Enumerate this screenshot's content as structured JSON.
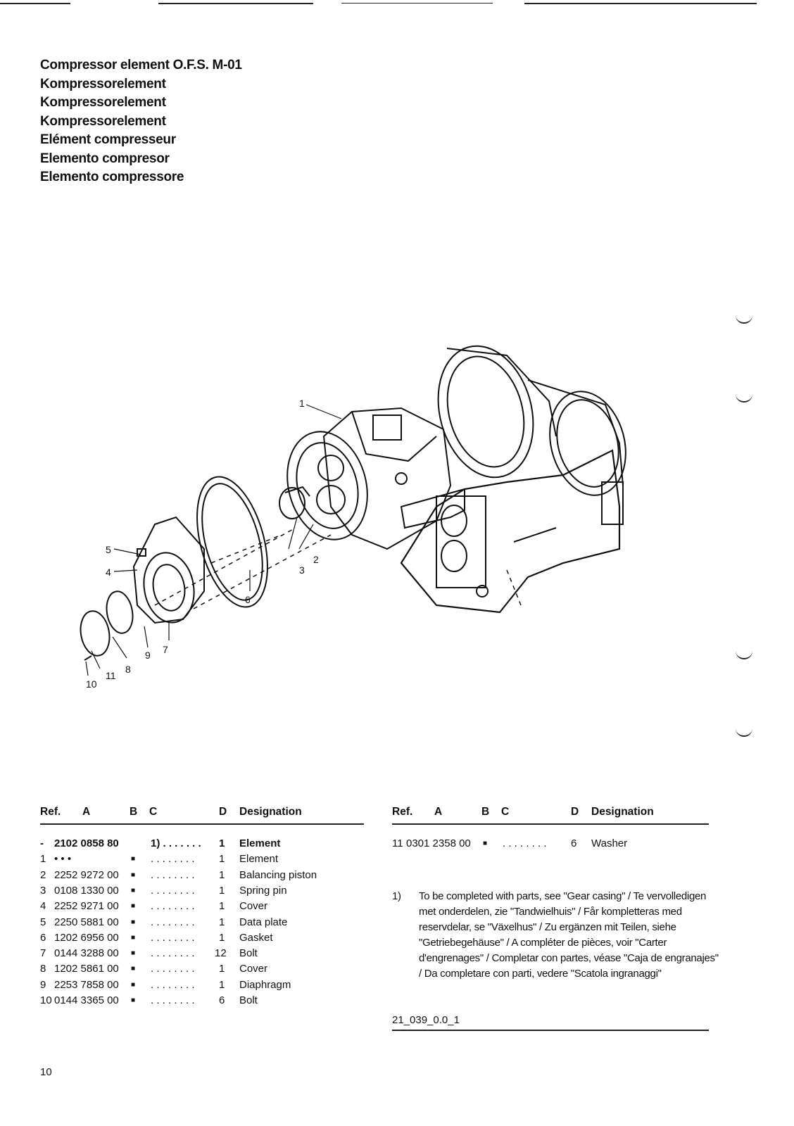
{
  "title_lines": [
    "Compressor element  O.F.S. M-01",
    "Kompressorelement",
    "Kompressorelement",
    "Kompressorelement",
    "Elément compresseur",
    "Elemento compresor",
    "Elemento compressore"
  ],
  "callouts": [
    "1",
    "2",
    "3",
    "4",
    "5",
    "6",
    "7",
    "8",
    "9",
    "10",
    "11"
  ],
  "table_headers": {
    "ref": "Ref.",
    "a": "A",
    "b": "B",
    "c": "C",
    "d": "D",
    "designation": "Designation"
  },
  "left_rows": [
    {
      "ref": "-",
      "a": "2102 0858 80",
      "b": "",
      "c": "1) . . . . . . .",
      "d": "1",
      "designation": "Element",
      "bold": true
    },
    {
      "ref": "1",
      "a": "• • •",
      "b": "■",
      "c": ". . . . . . . .",
      "d": "1",
      "designation": "Element"
    },
    {
      "ref": "2",
      "a": "2252 9272 00",
      "b": "■",
      "c": ". . . . . . . .",
      "d": "1",
      "designation": "Balancing piston"
    },
    {
      "ref": "3",
      "a": "0108 1330 00",
      "b": "■",
      "c": ". . . . . . . .",
      "d": "1",
      "designation": "Spring pin"
    },
    {
      "ref": "4",
      "a": "2252 9271 00",
      "b": "■",
      "c": ". . . . . . . .",
      "d": "1",
      "designation": "Cover"
    },
    {
      "ref": "5",
      "a": "2250 5881 00",
      "b": "■",
      "c": ". . . . . . . .",
      "d": "1",
      "designation": "Data plate"
    },
    {
      "ref": "6",
      "a": "1202 6956 00",
      "b": "■",
      "c": ". . . . . . . .",
      "d": "1",
      "designation": "Gasket"
    },
    {
      "ref": "7",
      "a": "0144 3288 00",
      "b": "■",
      "c": ". . . . . . . .",
      "d": "12",
      "designation": "Bolt"
    },
    {
      "ref": "8",
      "a": "1202 5861 00",
      "b": "■",
      "c": ". . . . . . . .",
      "d": "1",
      "designation": "Cover"
    },
    {
      "ref": "9",
      "a": "2253 7858 00",
      "b": "■",
      "c": ". . . . . . . .",
      "d": "1",
      "designation": "Diaphragm"
    },
    {
      "ref": "10",
      "a": "0144 3365 00",
      "b": "■",
      "c": ". . . . . . . .",
      "d": "6",
      "designation": "Bolt"
    }
  ],
  "right_rows": [
    {
      "ref": "11",
      "a": "0301 2358 00",
      "b": "■",
      "c": ". . . . . . . .",
      "d": "6",
      "designation": "Washer"
    }
  ],
  "footnote": {
    "num": "1)",
    "text": "To be completed with parts, see \"Gear casing\" / Te vervolledigen met onderdelen, zie \"Tandwielhuis\" / Får kompletteras med reservdelar, se \"Växelhus\" / Zu ergänzen mit Teilen, siehe \"Getriebegehäuse\" / A compléter de pièces, voir \"Carter d'engrenages\" / Completar con partes, véase \"Caja de engranajes\" / Da completare con parti, vedere \"Scatola ingranaggi\""
  },
  "doc_code": "21_039_0.0_1",
  "page_number": "10"
}
